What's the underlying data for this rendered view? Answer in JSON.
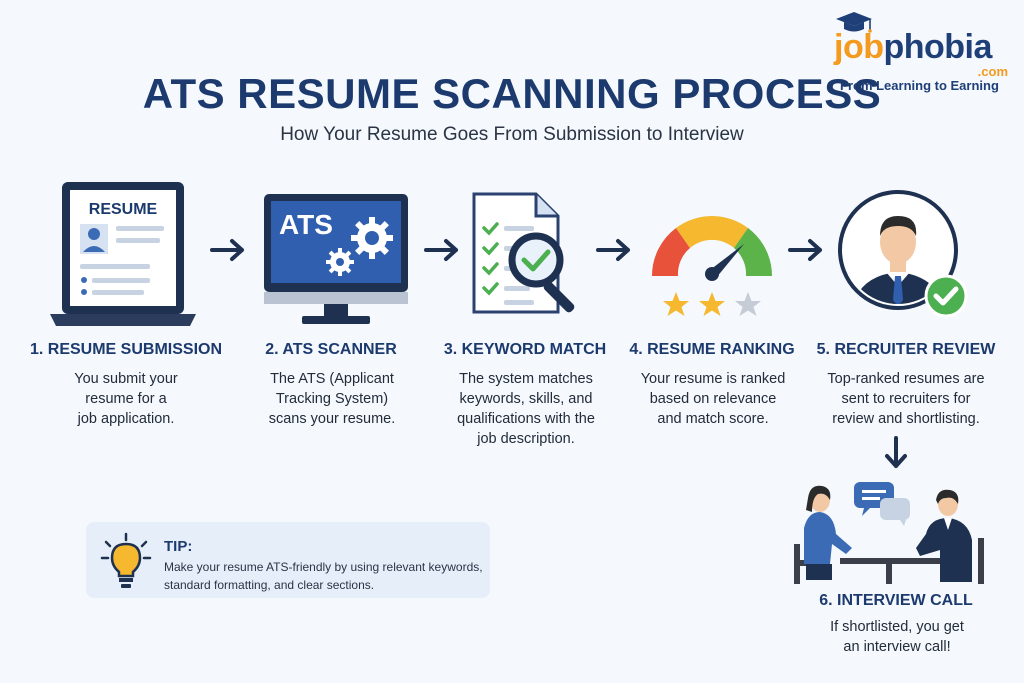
{
  "logo": {
    "job": "job",
    "phobia": "phobia",
    "dotcom": ".com",
    "slogan": "From Learning to Earning"
  },
  "header": {
    "title": "ATS RESUME SCANNING PROCESS",
    "subtitle": "How Your Resume Goes From Submission to Interview"
  },
  "steps": [
    {
      "title": "1. RESUME SUBMISSION",
      "lines": [
        "You submit your",
        "resume for a",
        "job application."
      ],
      "icon_text": "RESUME"
    },
    {
      "title": "2. ATS SCANNER",
      "lines": [
        "The ATS (Applicant",
        "Tracking System)",
        "scans your resume."
      ],
      "icon_text": "ATS"
    },
    {
      "title": "3. KEYWORD MATCH",
      "lines": [
        "The system matches",
        "keywords, skills, and",
        "qualifications with the",
        "job description."
      ]
    },
    {
      "title": "4. RESUME RANKING",
      "lines": [
        "Your resume is ranked",
        "based on relevance",
        "and match score."
      ]
    },
    {
      "title": "5. RECRUITER REVIEW",
      "lines": [
        "Top-ranked resumes are",
        "sent to recruiters for",
        "review and shortlisting."
      ]
    },
    {
      "title": "6. INTERVIEW CALL",
      "lines": [
        "If shortlisted, you get",
        "an interview call!"
      ]
    }
  ],
  "tip": {
    "label": "TIP:",
    "lines": [
      "Make your resume ATS-friendly by using relevant keywords,",
      "standard formatting, and clear sections."
    ]
  },
  "colors": {
    "navy": "#1c3a6e",
    "orange": "#f39a1f",
    "green": "#4caf50",
    "gauge_red": "#e8523a",
    "gauge_yellow": "#f5b82e",
    "gauge_green": "#5bb34a"
  },
  "ranking": {
    "stars_filled": 2,
    "stars_total": 3
  }
}
